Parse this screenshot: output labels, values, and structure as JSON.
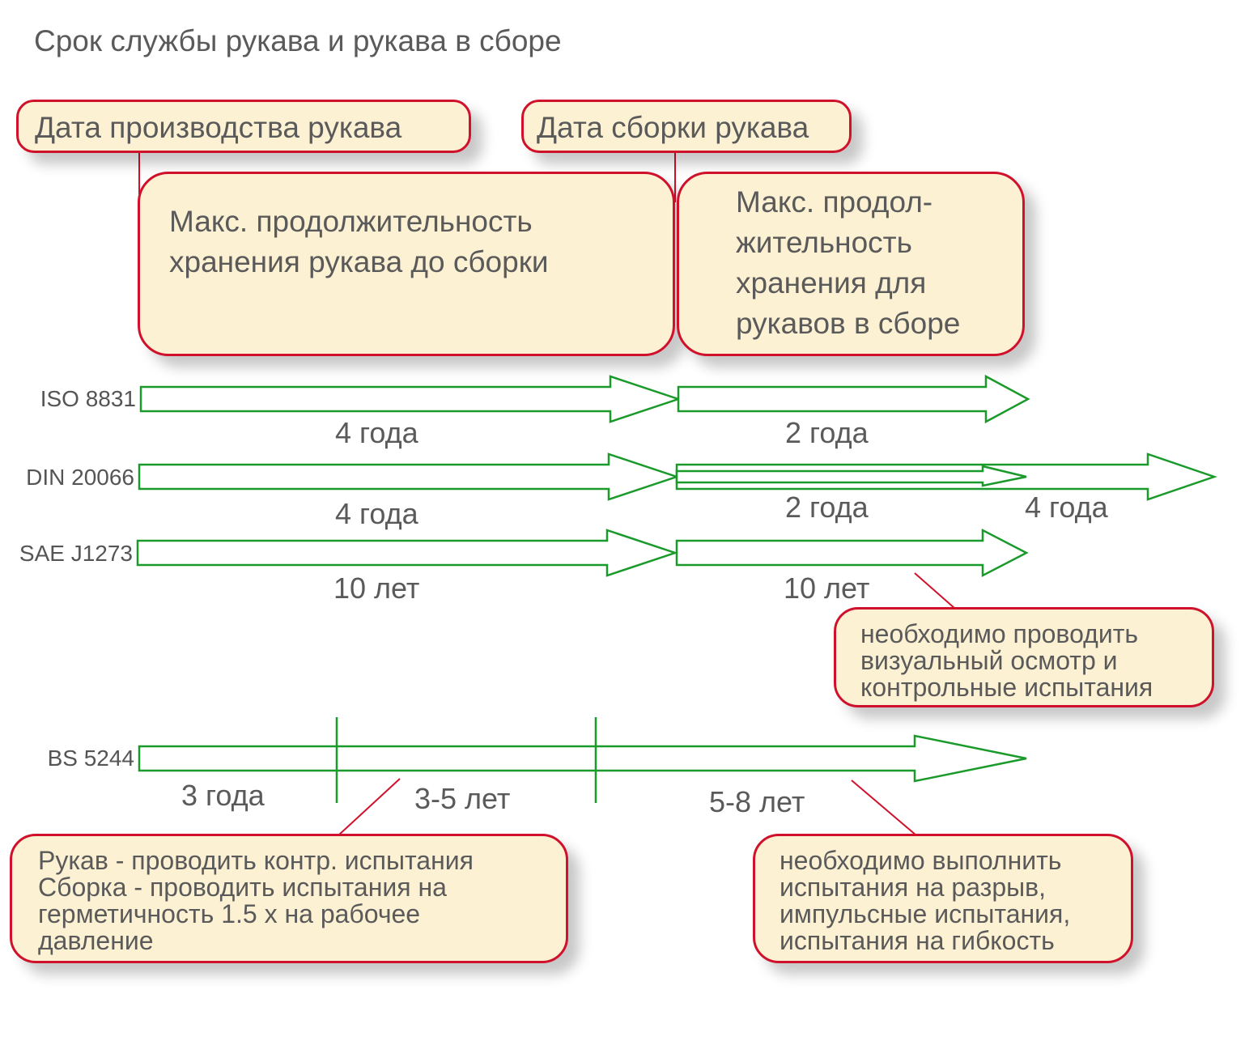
{
  "title": "Срок службы рукава и рукава в сборе",
  "milestones": {
    "manufacture": "Дата производства рукава",
    "assembly": "Дата сборки рукава"
  },
  "storage_boxes": {
    "hose_before_assembly": [
      "Макс. продолжительность",
      "хранения рукава до сборки"
    ],
    "hose_assembly": [
      "Макс. продол-",
      "жительность",
      "хранения для",
      "рукавов в сборе"
    ]
  },
  "standards": {
    "iso": {
      "name": "ISO 8831",
      "before": "4 года",
      "after": "2 года"
    },
    "din": {
      "name": "DIN 20066",
      "before": "4 года",
      "after": "2 года",
      "after_extended": "4 года"
    },
    "sae": {
      "name": "SAE J1273",
      "before": "10 лет",
      "after": "10 лет"
    },
    "bs": {
      "name": "BS 5244",
      "seg1": "3 года",
      "seg2": "3-5 лет",
      "seg3": "5-8 лет"
    }
  },
  "notes": {
    "sae_note": [
      "необходимо проводить",
      "визуальный осмотр и",
      "контрольные испытания"
    ],
    "bs_note_left": [
      "Рукав - проводить контр. испытания",
      "Сборка - проводить испытания на",
      "герметичность 1.5 x на рабочее",
      "давление"
    ],
    "bs_note_right": [
      "необходимо выполнить",
      "испытания на разрыв,",
      "импульсные испытания,",
      "испытания на гибкость"
    ]
  },
  "colors": {
    "arrow": "#1a9a2a",
    "box_border": "#d0112b",
    "box_fill": "#fdf1d4",
    "text": "#5a5a5a"
  }
}
